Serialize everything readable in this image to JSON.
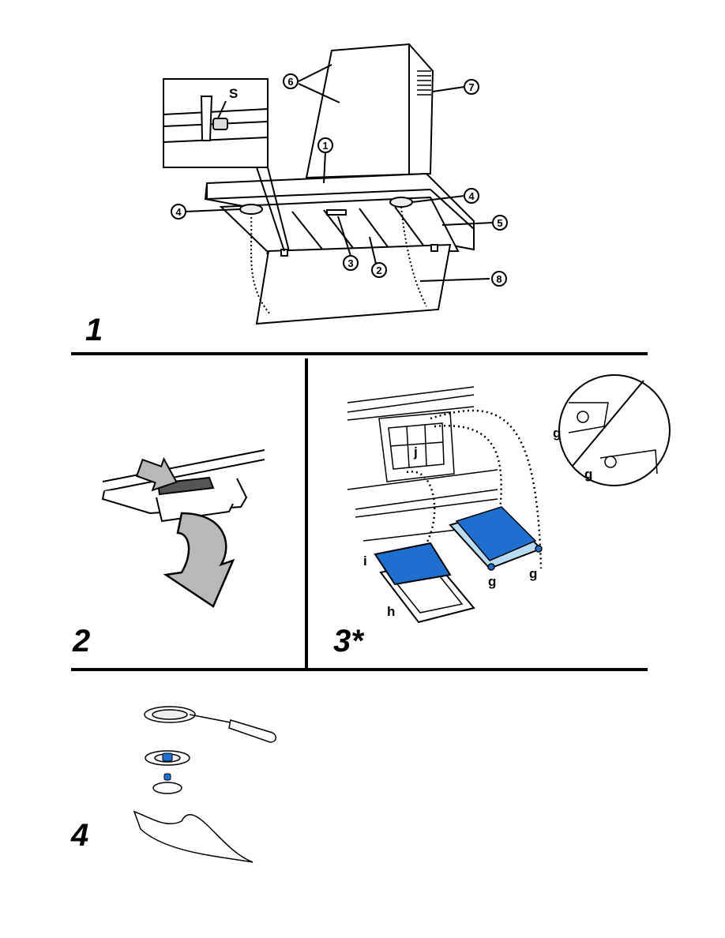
{
  "figures": {
    "fig1": {
      "number": "1",
      "callouts": {
        "c1": "1",
        "c2": "2",
        "c3": "3",
        "c4a": "4",
        "c4b": "4",
        "c5": "5",
        "c6": "6",
        "c7": "7",
        "c8": "8"
      },
      "inset_label": "S"
    },
    "fig2": {
      "number": "2"
    },
    "fig3": {
      "number": "3*",
      "labels": {
        "j": "j",
        "i": "i",
        "h": "h",
        "g1": "g",
        "g2": "g",
        "g3": "g",
        "g4": "g"
      }
    },
    "fig4": {
      "number": "4"
    }
  },
  "colors": {
    "line": "#000000",
    "filter_blue": "#1f6fd1",
    "filter_light": "#b9dcf2",
    "arrow_gray": "#b8b8b8"
  }
}
